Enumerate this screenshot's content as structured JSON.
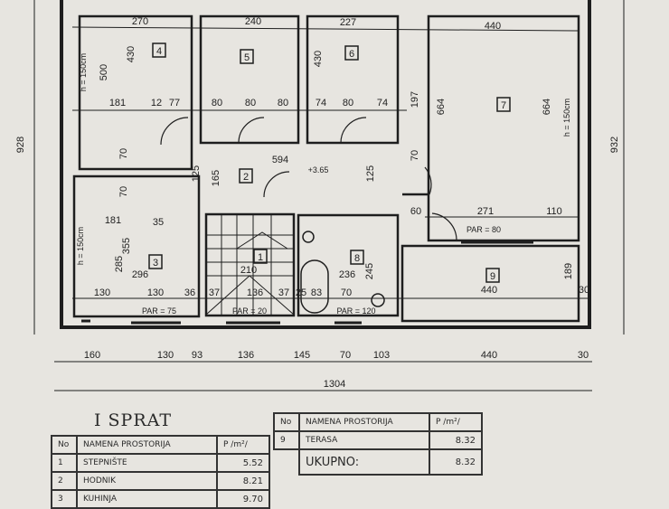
{
  "plan": {
    "rooms": [
      "1",
      "2",
      "3",
      "4",
      "5",
      "6",
      "7",
      "8",
      "9"
    ],
    "dimensions": [
      "270",
      "240",
      "227",
      "440",
      "500",
      "430",
      "430",
      "181",
      "12",
      "77",
      "80",
      "80",
      "80",
      "74",
      "80",
      "74",
      "197",
      "664",
      "664",
      "594",
      "125",
      "165",
      "125",
      "70",
      "70",
      "70",
      "181",
      "35",
      "355",
      "285",
      "296",
      "130",
      "130",
      "36",
      "37",
      "210",
      "136",
      "37",
      "25",
      "83",
      "236",
      "245",
      "70",
      "271",
      "110",
      "60",
      "440",
      "189",
      "30",
      "928",
      "932"
    ],
    "bottom_dimensions": [
      "160",
      "130",
      "93",
      "136",
      "145",
      "70",
      "103",
      "440",
      "30"
    ],
    "total_width": "1304",
    "notes": [
      "h = 150cm",
      "h = 150cm",
      "h = 150cm",
      "PAR = 75",
      "PAR = 20",
      "PAR = 120",
      "PAR = 80",
      "+3.65"
    ]
  },
  "title": "I SPRAT",
  "table_left": {
    "headers": [
      "No",
      "NAMENA PROSTORIJA",
      "P /m²/"
    ],
    "rows": [
      [
        "1",
        "STEPNIŠTE",
        "5.52"
      ],
      [
        "2",
        "HODNIK",
        "8.21"
      ],
      [
        "3",
        "KUHINJA",
        "9.70"
      ]
    ]
  },
  "table_right": {
    "headers": [
      "No",
      "NAMENA PROSTORIJA",
      "P /m²/"
    ],
    "rows": [
      [
        "9",
        "TERASA",
        "8.32"
      ]
    ],
    "total_label": "UKUPNO:",
    "total_value": "8.32"
  }
}
